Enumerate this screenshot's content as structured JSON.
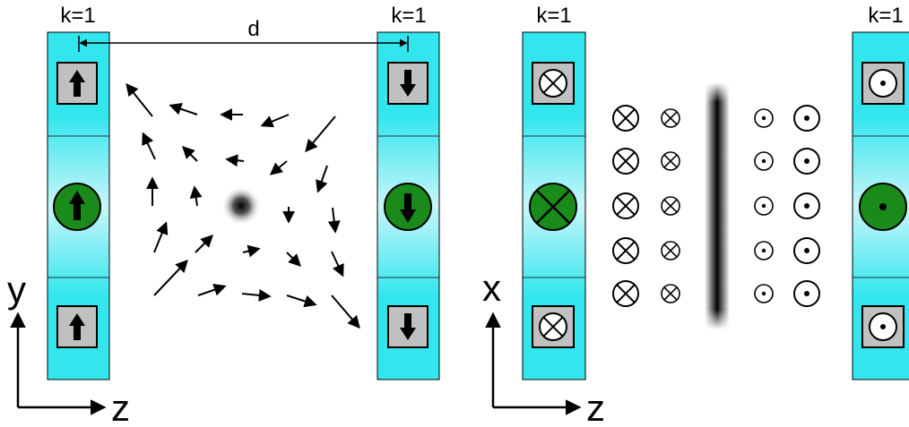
{
  "labels": {
    "k_left_panel1": "k=1",
    "k_right_panel1": "k=1",
    "k_left_panel2": "k=1",
    "k_right_panel2": "k=1",
    "distance": "d"
  },
  "axes": {
    "panel1": {
      "vertical": "y",
      "horizontal": "z"
    },
    "panel2": {
      "vertical": "x",
      "horizontal": "z"
    }
  },
  "colors": {
    "slab_cyan": "#33e6ee",
    "slab_gradient_mid": "#b8f4f8",
    "gray_box": "#c0c0c0",
    "green_disc": "#1a8a1a",
    "arrow": "#000000"
  },
  "panel1": {
    "left_slab": {
      "top_cell": "up-arrow",
      "center": "up-arrow",
      "bottom_cell": "up-arrow"
    },
    "right_slab": {
      "top_cell": "down-arrow",
      "center": "down-arrow",
      "bottom_cell": "down-arrow"
    },
    "vortex_center": "blurred-dot"
  },
  "panel2": {
    "left_slab": {
      "top_cell": "into-page",
      "center": "into-page",
      "bottom_cell": "into-page"
    },
    "right_slab": {
      "top_cell": "out-of-page",
      "center": "out-of-page",
      "bottom_cell": "out-of-page"
    },
    "field_into_page_rows": 5,
    "field_out_of_page_rows": 5,
    "center_bar": "blurred-vertical-line"
  }
}
